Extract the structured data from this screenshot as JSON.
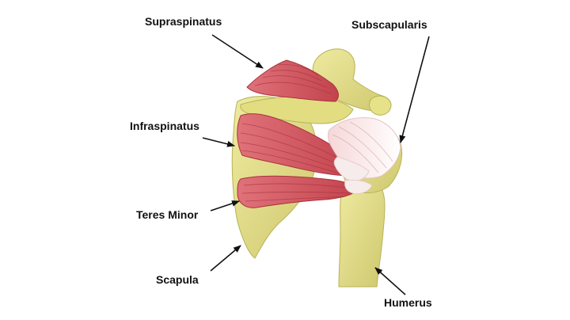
{
  "diagram": {
    "labels": {
      "supraspinatus": "Supraspinatus",
      "subscapularis": "Subscapularis",
      "infraspinatus": "Infraspinatus",
      "teres_minor": "Teres Minor",
      "scapula": "Scapula",
      "humerus": "Humerus"
    },
    "colors": {
      "bone": "#e6e28a",
      "bone_shadow": "#c9c36a",
      "muscle": "#d95a62",
      "muscle_dark": "#b83a44",
      "tendon": "#f3f0ea",
      "arrow": "#111111"
    }
  }
}
